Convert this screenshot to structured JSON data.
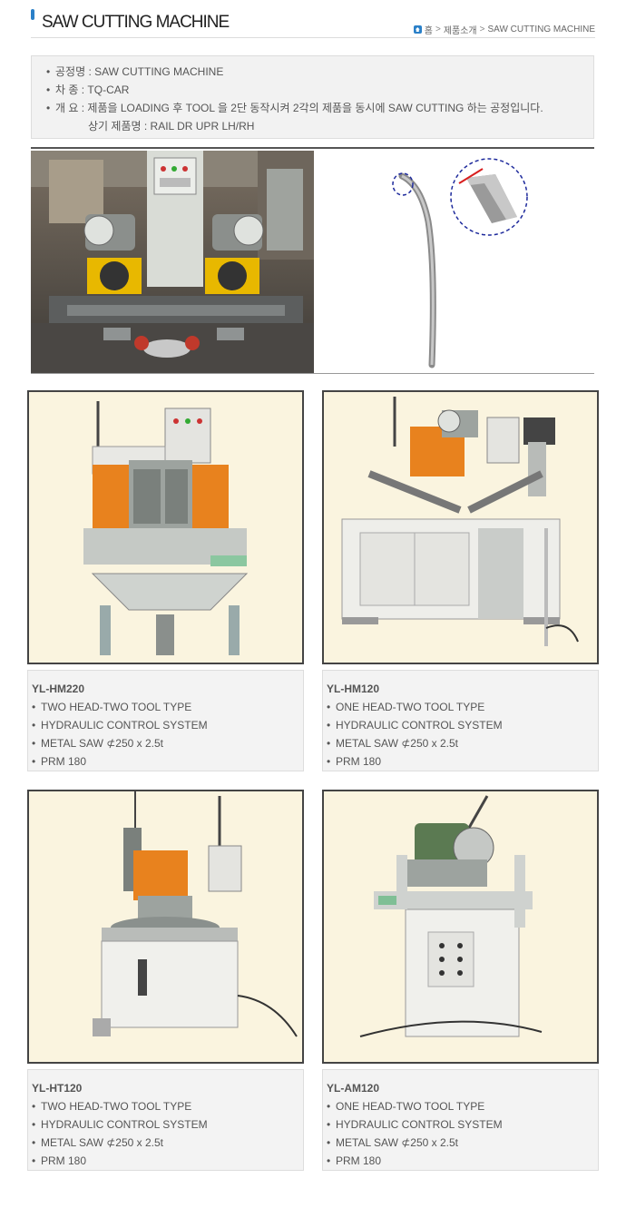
{
  "header": {
    "title": "SAW CUTTING MACHINE",
    "breadcrumb": [
      "홈",
      "제품소개",
      "SAW CUTTING MACHINE"
    ],
    "breadcrumb_sep": ">"
  },
  "process_info": {
    "bullet": "•",
    "lines": [
      "공정명 : SAW CUTTING MACHINE",
      "차 종 : TQ-CAR",
      "개 요 : 제품을 LOADING 후 TOOL 을 2단 동작시켜 2각의 제품을 동시에 SAW CUTTING 하는 공정입니다."
    ],
    "sub_line": "상기 제품명 : RAIL DR UPR LH/RH"
  },
  "colors": {
    "accent": "#2a80c8",
    "photo_bg": "#faf4df",
    "machine_orange": "#e8821e",
    "machine_yellow": "#e8b800",
    "highlight_circle": "#1e2a9c",
    "cut_mark": "#d81e1e"
  },
  "products": [
    {
      "model": "YL-HM220",
      "features": [
        "TWO HEAD-TWO TOOL TYPE",
        "HYDRAULIC CONTROL SYSTEM",
        "METAL SAW  ⊄250 x 2.5t",
        "PRM 180"
      ]
    },
    {
      "model": "YL-HM120",
      "features": [
        "ONE HEAD-TWO TOOL TYPE",
        "HYDRAULIC CONTROL SYSTEM",
        "METAL SAW  ⊄250 x 2.5t",
        "PRM 180"
      ]
    },
    {
      "model": "YL-HT120",
      "features": [
        "TWO HEAD-TWO TOOL TYPE",
        "HYDRAULIC CONTROL SYSTEM",
        "METAL SAW  ⊄250 x 2.5t",
        "PRM 180"
      ]
    },
    {
      "model": "YL-AM120",
      "features": [
        "ONE HEAD-TWO TOOL TYPE",
        "HYDRAULIC CONTROL SYSTEM",
        "METAL SAW  ⊄250 x 2.5t",
        "PRM 180"
      ]
    }
  ]
}
